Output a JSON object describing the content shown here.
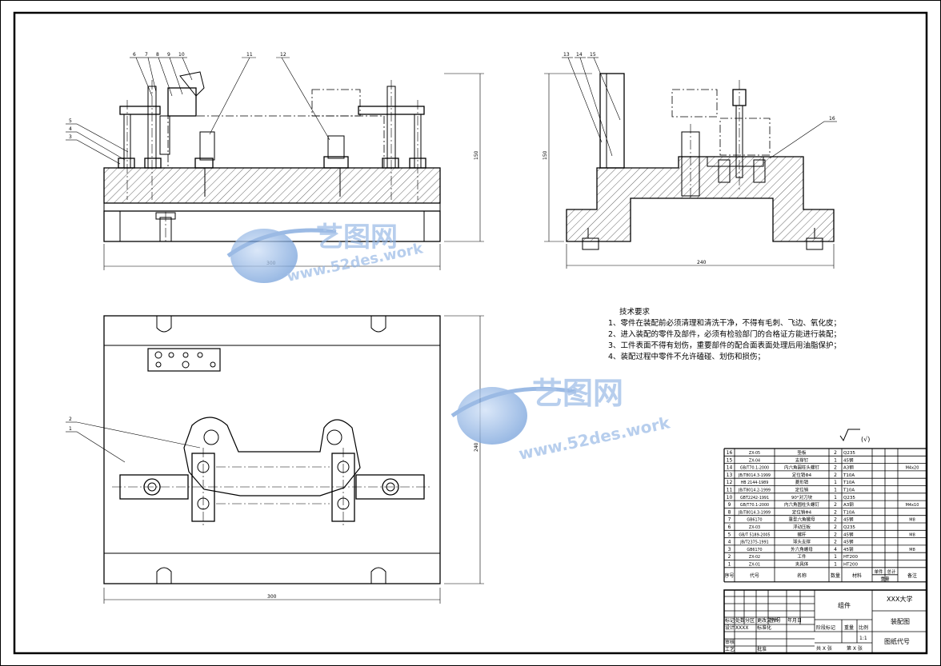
{
  "dimensions": {
    "front_height": "150",
    "front_width": "300",
    "side_height": "150",
    "side_width": "240",
    "top_height": "240",
    "top_width": "300"
  },
  "callouts": {
    "front": [
      "6",
      "7",
      "8",
      "9",
      "10",
      "11",
      "12",
      "5",
      "4",
      "3"
    ],
    "side": [
      "13",
      "14",
      "15",
      "16"
    ],
    "top": [
      "2",
      "1"
    ]
  },
  "tech_requirements": {
    "title": "技术要求",
    "items": [
      "1、零件在装配前必须清理和清洗干净，不得有毛刺、飞边、氧化皮；",
      "2、进入装配的零件及部件，必须有检验部门的合格证方能进行装配；",
      "3、工件表面不得有划伤，重要部件的配合面表面处理后用油脂保护；",
      "4、装配过程中零件不允许磕碰、划伤和损伤；"
    ]
  },
  "roughness": "(√)",
  "watermark": {
    "brand": "艺图网",
    "url": "www.52des.work"
  },
  "bom": {
    "rows": [
      {
        "no": "16",
        "code": "ZX-05",
        "name": "垫板",
        "qty": "2",
        "mat": "Q235",
        "note": ""
      },
      {
        "no": "15",
        "code": "ZX-04",
        "name": "支撑钉",
        "qty": "1",
        "mat": "45钢",
        "note": ""
      },
      {
        "no": "14",
        "code": "GB/T70.1-2000",
        "name": "内六角圆柱头螺钉",
        "qty": "2",
        "mat": "A3钢",
        "note": "M4x20"
      },
      {
        "no": "13",
        "code": "JB/T8014.3-1999",
        "name": "定位销Φ4",
        "qty": "2",
        "mat": "T10A",
        "note": ""
      },
      {
        "no": "12",
        "code": "HB 2144-1989",
        "name": "菱形销",
        "qty": "1",
        "mat": "T10A",
        "note": ""
      },
      {
        "no": "11",
        "code": "JB/T8014.2-1999",
        "name": "定位销",
        "qty": "1",
        "mat": "T10A",
        "note": ""
      },
      {
        "no": "10",
        "code": "GBT2242-1991",
        "name": "90°对刀块",
        "qty": "1",
        "mat": "Q235",
        "note": ""
      },
      {
        "no": "9",
        "code": "GB/T70.1-2000",
        "name": "内六角圆柱头螺钉",
        "qty": "2",
        "mat": "A3钢",
        "note": "M4x10"
      },
      {
        "no": "8",
        "code": "JB/T8014.3-1999",
        "name": "定位销Φ4",
        "qty": "2",
        "mat": "T10A",
        "note": ""
      },
      {
        "no": "7",
        "code": "GB6170",
        "name": "重型六角螺母",
        "qty": "2",
        "mat": "45钢",
        "note": "M8"
      },
      {
        "no": "6",
        "code": "ZX-03",
        "name": "浮动压板",
        "qty": "2",
        "mat": "Q235",
        "note": ""
      },
      {
        "no": "5",
        "code": "GB/T 5189-2005",
        "name": "螺杆",
        "qty": "2",
        "mat": "45钢",
        "note": "M8"
      },
      {
        "no": "4",
        "code": "JB/T2375-1991",
        "name": "球头支撑",
        "qty": "2",
        "mat": "45钢",
        "note": ""
      },
      {
        "no": "3",
        "code": "GB6170",
        "name": "外六角螺母",
        "qty": "4",
        "mat": "45钢",
        "note": "M8"
      },
      {
        "no": "2",
        "code": "ZX-02",
        "name": "工件",
        "qty": "1",
        "mat": "HT200",
        "note": ""
      },
      {
        "no": "1",
        "code": "ZX-01",
        "name": "夹具体",
        "qty": "1",
        "mat": "HT200",
        "note": ""
      }
    ],
    "header": {
      "no": "序号",
      "code": "代号",
      "name": "名称",
      "qty": "数量",
      "mat": "材料",
      "single": "单件",
      "total": "总计",
      "weight": "重量",
      "note": "备注"
    }
  },
  "title_block": {
    "assembly": "组件",
    "university": "XXX大学",
    "drawing": "装配图",
    "drawing_no": "图纸代号",
    "scale_label": "比例",
    "scale": "1:1",
    "weight_label": "重量",
    "stage_label": "阶段标记",
    "designer_label": "设计",
    "designer": "XXXX",
    "std_label": "标准化",
    "check_label": "审核",
    "process_label": "工艺",
    "approve_label": "批准",
    "mark_label": "标记",
    "count_label": "处数",
    "zone_label": "分区",
    "change_label": "更改文件号",
    "sign_label": "签名",
    "date_label": "年月日",
    "sheets": "共 X 张",
    "sheet": "第 X 张"
  }
}
